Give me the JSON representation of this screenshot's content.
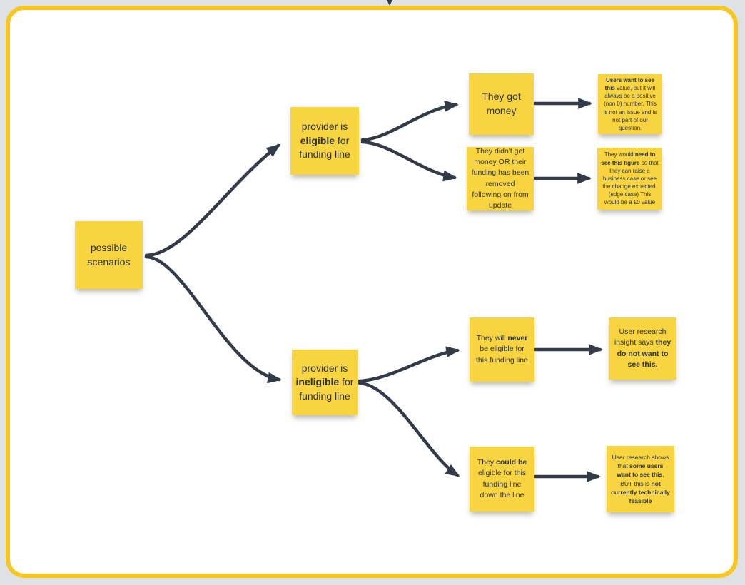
{
  "app": {
    "description": "whiteboard mind-map of possible funding scenarios",
    "colors": {
      "page_background": "#E0E1E4",
      "board_fill": "#FFFFFF",
      "board_border": "#F7C71F",
      "sticky_fill": "#F7D440",
      "connector": "#333B49",
      "text": "#2E3338"
    }
  },
  "notes": {
    "possible_scenarios": {
      "segments": [
        {
          "text": "possible scenarios",
          "bold": false
        }
      ]
    },
    "provider_eligible": {
      "segments": [
        {
          "text": "provider is ",
          "bold": false
        },
        {
          "text": "eligible",
          "bold": true
        },
        {
          "text": " for funding line",
          "bold": false
        }
      ]
    },
    "got_money": {
      "segments": [
        {
          "text": "They got money",
          "bold": false
        }
      ]
    },
    "no_money": {
      "segments": [
        {
          "text": "They didn't get money OR their funding has been removed following on from update",
          "bold": false
        }
      ]
    },
    "users_want": {
      "segments": [
        {
          "text": "Users want to see this",
          "bold": true
        },
        {
          "text": " value, but it will always be a positive (non 0) number. This is not an issue and is not part of our question.",
          "bold": false
        }
      ]
    },
    "need_figure": {
      "segments": [
        {
          "text": "They would ",
          "bold": false
        },
        {
          "text": "need to see this figure",
          "bold": true
        },
        {
          "text": " so that they can raise a business case or see the change expected. (edge case) This would be a £0 value",
          "bold": false
        }
      ]
    },
    "provider_ineligible": {
      "segments": [
        {
          "text": "provider is ",
          "bold": false
        },
        {
          "text": "ineligible",
          "bold": true
        },
        {
          "text": " for funding line",
          "bold": false
        }
      ]
    },
    "never_eligible": {
      "segments": [
        {
          "text": "They will ",
          "bold": false
        },
        {
          "text": "never",
          "bold": true
        },
        {
          "text": " be eligible for this funding line",
          "bold": false
        }
      ]
    },
    "research_insight": {
      "segments": [
        {
          "text": "User research insight says ",
          "bold": false
        },
        {
          "text": "they do not want to see this.",
          "bold": true
        }
      ]
    },
    "could_be_eligible": {
      "segments": [
        {
          "text": "They ",
          "bold": false
        },
        {
          "text": "could be",
          "bold": true
        },
        {
          "text": " eligible for this funding line down the line",
          "bold": false
        }
      ]
    },
    "research_shows": {
      "segments": [
        {
          "text": "User research shows that ",
          "bold": false
        },
        {
          "text": "some users want to see this",
          "bold": true
        },
        {
          "text": ", BUT this is ",
          "bold": false
        },
        {
          "text": "not currently technically feasible",
          "bold": true
        }
      ]
    }
  },
  "diagram_data": {
    "type": "mind-map",
    "edges": [
      {
        "from": "possible_scenarios",
        "to": "provider_eligible"
      },
      {
        "from": "possible_scenarios",
        "to": "provider_ineligible"
      },
      {
        "from": "provider_eligible",
        "to": "got_money"
      },
      {
        "from": "provider_eligible",
        "to": "no_money"
      },
      {
        "from": "got_money",
        "to": "users_want"
      },
      {
        "from": "no_money",
        "to": "need_figure"
      },
      {
        "from": "provider_ineligible",
        "to": "never_eligible"
      },
      {
        "from": "provider_ineligible",
        "to": "could_be_eligible"
      },
      {
        "from": "never_eligible",
        "to": "research_insight"
      },
      {
        "from": "could_be_eligible",
        "to": "research_shows"
      }
    ]
  }
}
